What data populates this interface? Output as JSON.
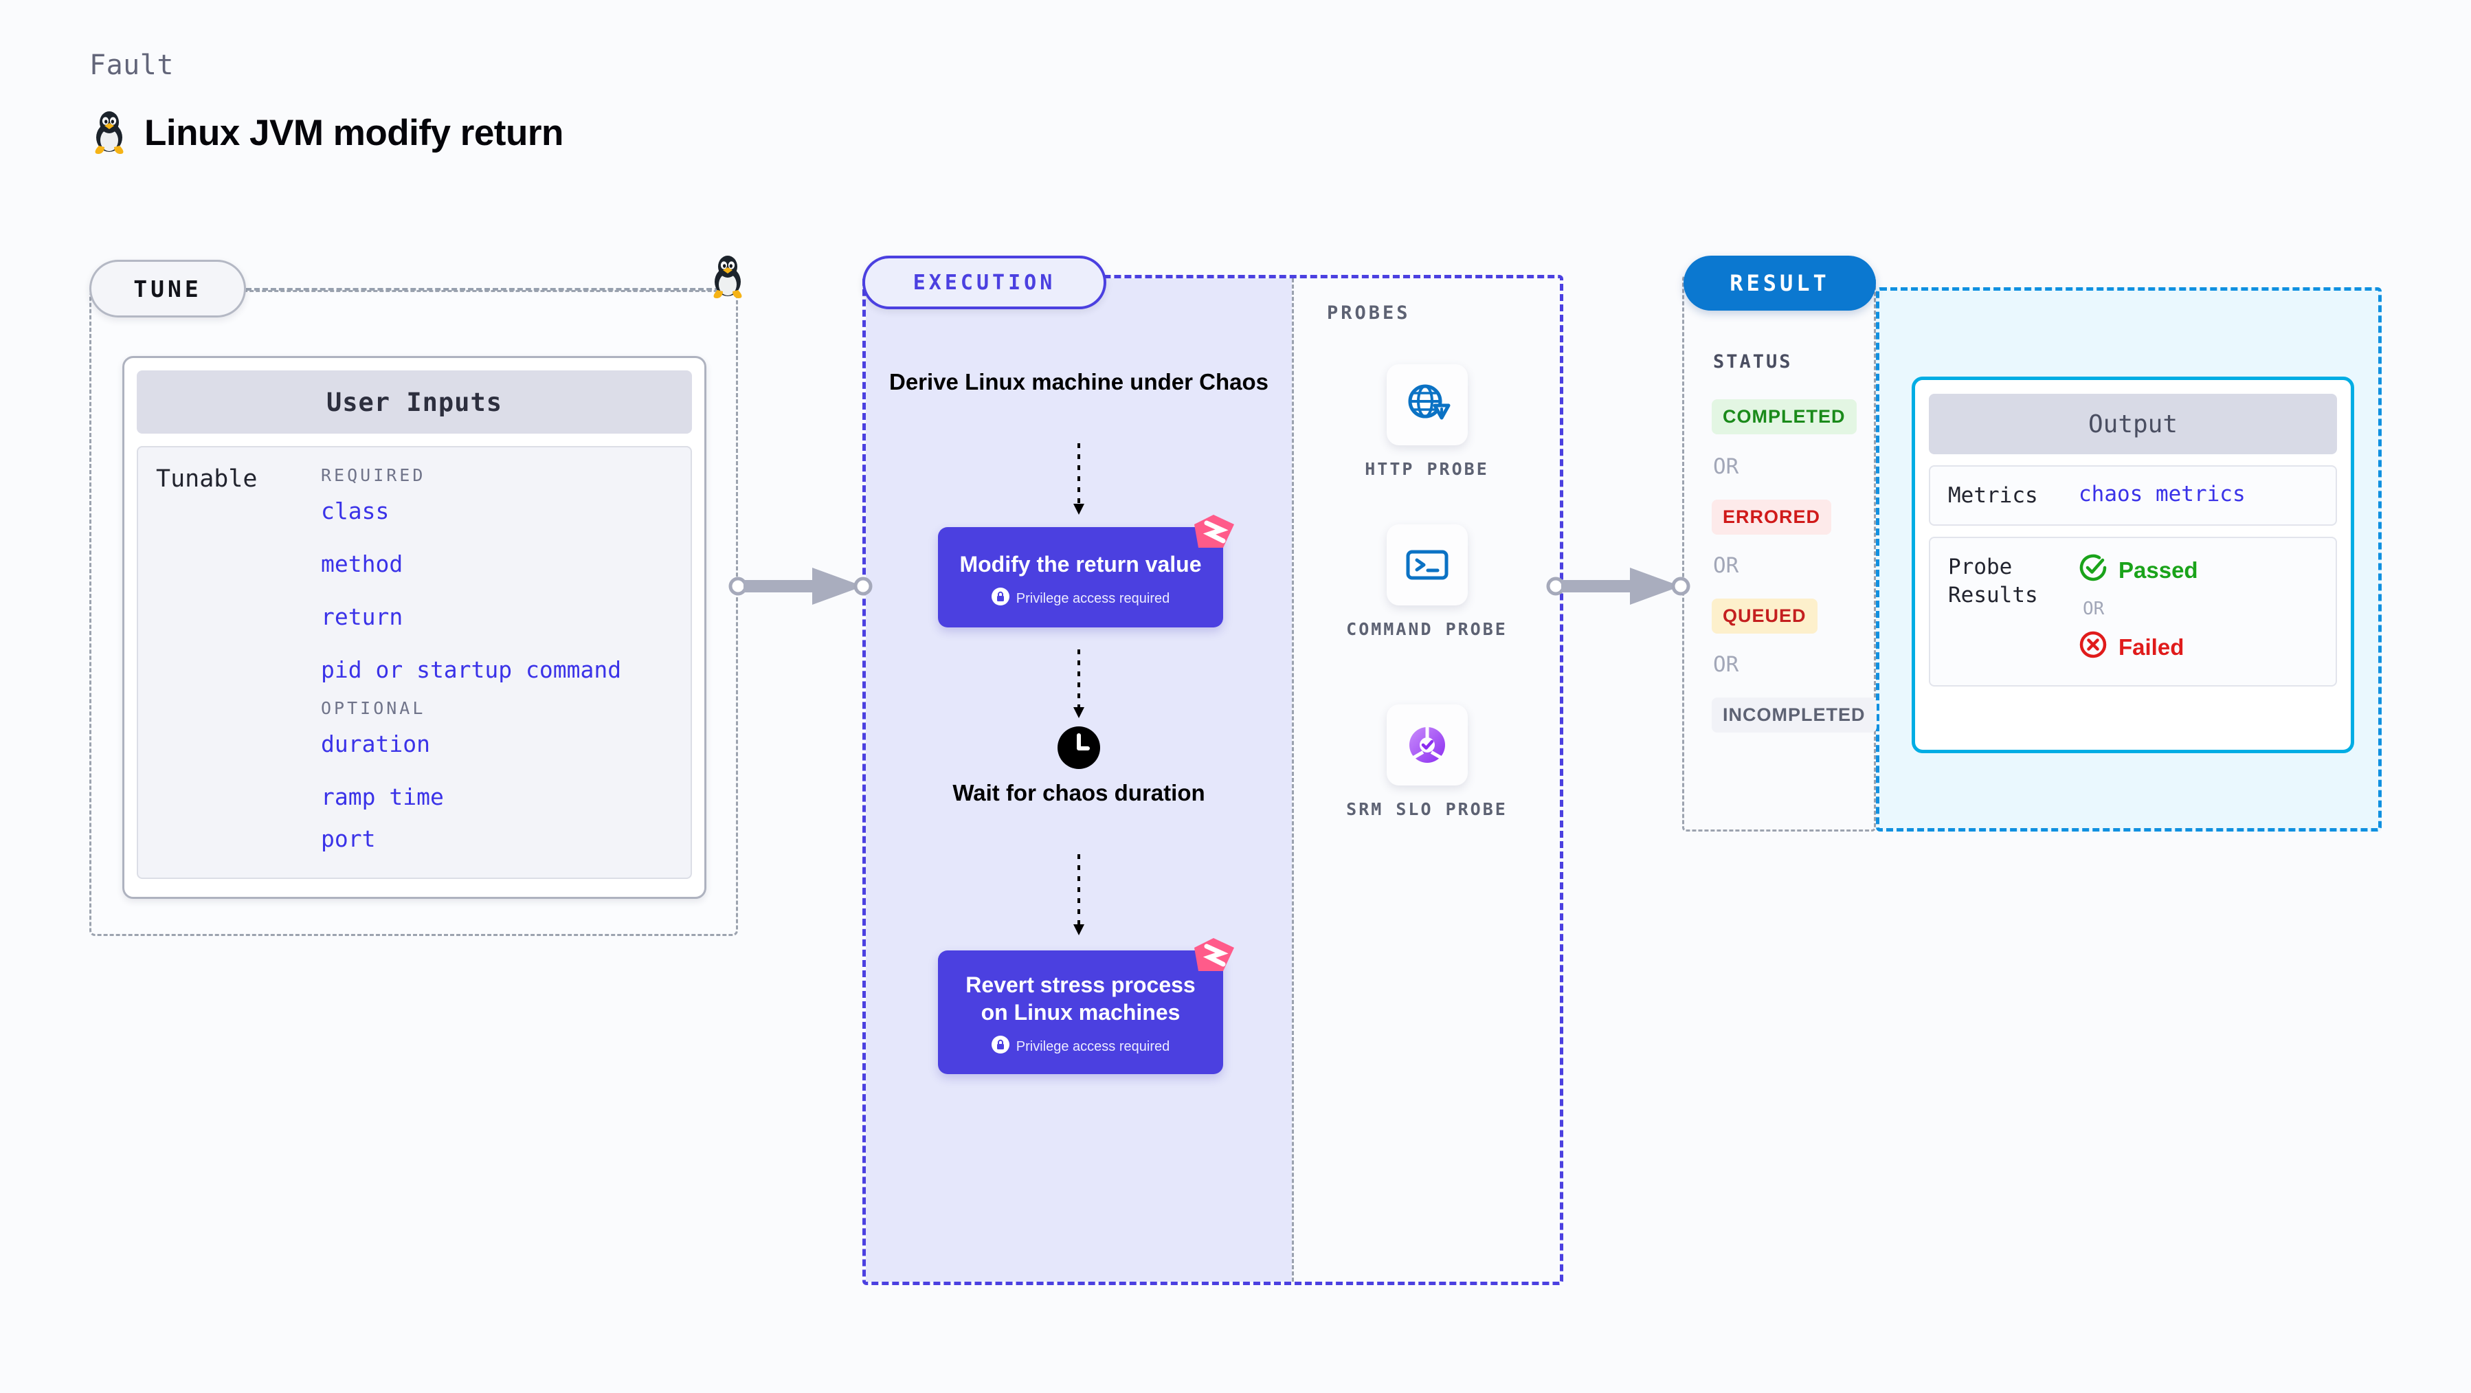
{
  "header": {
    "eyebrow": "Fault",
    "title": "Linux JVM modify return",
    "icon": "linux-penguin-icon"
  },
  "tune": {
    "pill_label": "TUNE",
    "card_title": "User Inputs",
    "tunable_label": "Tunable",
    "groups": [
      {
        "title": "REQUIRED",
        "items": [
          "class",
          "method",
          "return",
          "pid or startup command"
        ]
      },
      {
        "title": "OPTIONAL",
        "items": [
          "duration",
          "ramp time",
          "port"
        ]
      }
    ]
  },
  "execution": {
    "pill_label": "EXECUTION",
    "step_derive": "Derive Linux machine under Chaos",
    "card_modify": {
      "title": "Modify the return value",
      "privilege": "Privilege access required"
    },
    "step_wait": "Wait for chaos duration",
    "card_revert": {
      "title": "Revert stress process on Linux machines",
      "privilege": "Privilege access required"
    },
    "probes_title": "PROBES",
    "probes": [
      {
        "label": "HTTP PROBE",
        "icon": "globe-warning-icon"
      },
      {
        "label": "COMMAND PROBE",
        "icon": "terminal-icon"
      },
      {
        "label": "SRM SLO PROBE",
        "icon": "slo-donut-check-icon"
      }
    ]
  },
  "result": {
    "pill_label": "RESULT",
    "status_label": "STATUS",
    "or_label": "OR",
    "statuses": [
      {
        "label": "COMPLETED",
        "color": "#1a8a1a",
        "bg": "#e3f6e3"
      },
      {
        "label": "ERRORED",
        "color": "#d01a1a",
        "bg": "#fdeaea"
      },
      {
        "label": "QUEUED",
        "color": "#c41f1f",
        "bg": "#fdf0cc"
      },
      {
        "label": "INCOMPLETED",
        "color": "#5d6273",
        "bg": "#f1f2f7"
      }
    ],
    "output": {
      "title": "Output",
      "metrics_label": "Metrics",
      "metrics_value": "chaos metrics",
      "probe_results_label": "Probe Results",
      "passed_label": "Passed",
      "failed_label": "Failed",
      "or_label": "OR",
      "passed_color": "#1aa31a",
      "failed_color": "#e01b1b"
    }
  },
  "colors": {
    "accent_purple": "#4b40e0",
    "accent_blue": "#0b78d0",
    "accent_cyan": "#00ade4",
    "harness_pink": "#ff5b8a"
  }
}
